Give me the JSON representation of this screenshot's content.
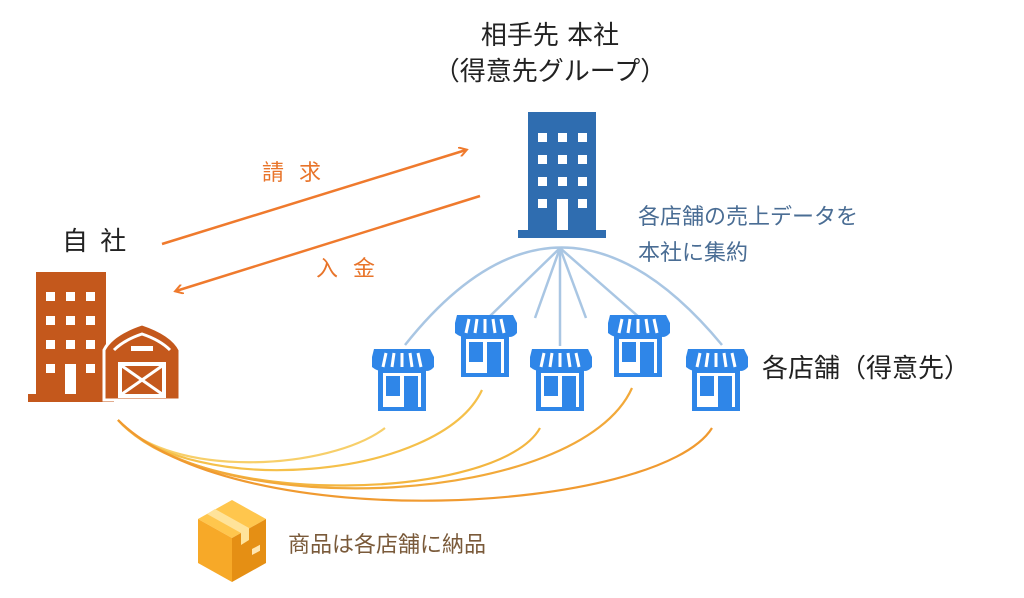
{
  "hq": {
    "title": "相手先 本社",
    "subtitle": "（得意先グループ）"
  },
  "own_company": {
    "label": "自 社"
  },
  "arrows": {
    "billing": "請 求",
    "payment": "入 金"
  },
  "aggregation": {
    "line1": "各店舗の売上データを",
    "line2": "本社に集約"
  },
  "stores": {
    "label": "各店舗（得意先）",
    "count": 5
  },
  "delivery": {
    "label": "商品は各店舗に納品"
  },
  "colors": {
    "orange_building": "#c4581c",
    "blue_building": "#2f6db0",
    "store_blue": "#2f86e8",
    "arrow_orange": "#ef7a2d",
    "aggregation_line": "#a9c6e3",
    "delivery_line": "#f3b640",
    "box": "#f5a623",
    "aggregation_text": "#4a6d94",
    "delivery_text": "#7a5a3a"
  },
  "icons": [
    "office-building-icon",
    "barn-icon",
    "store-icon",
    "box-icon"
  ]
}
